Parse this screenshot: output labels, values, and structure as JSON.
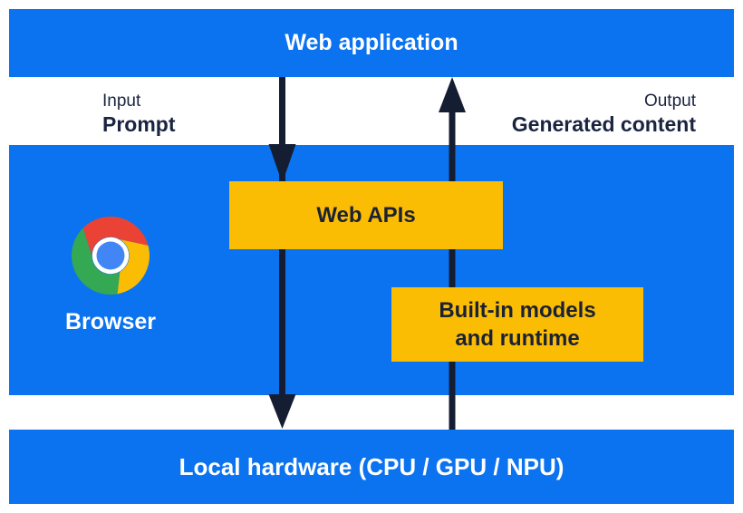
{
  "colors": {
    "panel_blue": "#0B73F0",
    "box_yellow": "#FBBC04",
    "arrow_navy": "#151D33",
    "label_navy": "#1A2440",
    "text_white": "#FFFFFF",
    "chrome_red": "#EA4335",
    "chrome_yellow": "#FBBC04",
    "chrome_green": "#34A853",
    "chrome_blue": "#4285F4"
  },
  "diagram": {
    "top_bar": {
      "label": "Web application"
    },
    "flow": {
      "input_title": "Input",
      "input_value": "Prompt",
      "output_title": "Output",
      "output_value": "Generated content"
    },
    "browser": {
      "label": "Browser"
    },
    "web_apis": {
      "label": "Web APIs"
    },
    "builtin": {
      "line1": "Built-in models",
      "line2": "and runtime"
    },
    "bottom_bar": {
      "label": "Local hardware (CPU / GPU / NPU)"
    }
  }
}
